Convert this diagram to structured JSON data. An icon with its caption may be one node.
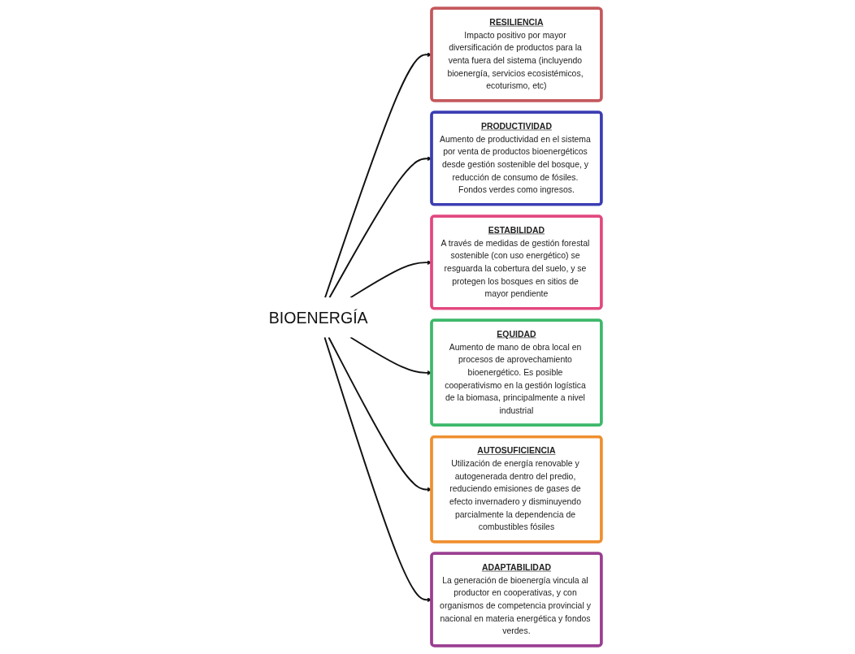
{
  "diagram": {
    "nodes": [
      {
        "text": [
          "RESILIENCIA",
          "Impacto positivo por mayor diversificación de productos para la venta fuera del sistema (incluyendo bioenergía, servicios ecosistémicos, ecoturismo, etc)"
        ]
      },
      {
        "text": [
          "PRODUCTIVIDAD",
          "Aumento de productividad en el sistema por venta de productos bioenergéticos desde gestión sostenible del bosque, y reducción de consumo de fósiles. Fondos verdes como ingresos."
        ]
      },
      {
        "text": [
          "ESTABILIDAD",
          "A través de medidas de gestión forestal sostenible (con uso energético) se resguarda la cobertura del suelo, y se protegen los bosques en sitios de mayor pendiente"
        ]
      },
      {
        "text": [
          "BIOENERGÍA"
        ]
      },
      {
        "text": [
          "EQUIDAD",
          "Aumento de mano de obra local en procesos de aprovechamiento bioenergético. Es posible cooperativismo en la gestión logística de la biomasa, principalmente a nivel industrial"
        ]
      },
      {
        "text": [
          "AUTOSUFICIENCIA",
          "Utilización de energía renovable y autogenerada dentro del predio, reduciendo emisiones de gases de efecto invernadero y disminuyendo parcialmente la dependencia de combustibles fósiles"
        ]
      },
      {
        "text": [
          "ADAPTABILIDAD",
          "La generación de bioenergía vincula al productor en cooperativas, y con organismos de competencia provincial y nacional en materia energética y fondos verdes."
        ]
      }
    ],
    "edges": [
      {
        "from": 3,
        "to": 0,
        "arrow": "to"
      },
      {
        "from": 3,
        "to": 1,
        "arrow": "to"
      },
      {
        "from": 3,
        "to": 2,
        "arrow": "to"
      },
      {
        "from": 3,
        "to": 4,
        "arrow": "to"
      },
      {
        "from": 3,
        "to": 5,
        "arrow": "to"
      },
      {
        "from": 3,
        "to": 6,
        "arrow": "to"
      }
    ]
  }
}
